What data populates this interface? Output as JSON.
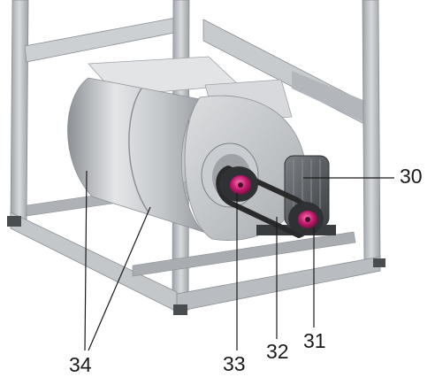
{
  "labels": {
    "l30": "30",
    "l31": "31",
    "l32": "32",
    "l33": "33",
    "l34": "34"
  },
  "colors": {
    "frame": "#b9bec3",
    "housing": "#c6c8cb",
    "pulley_hub": "#c2186a",
    "belt": "#2a2a2a",
    "motor": "#5e6266"
  }
}
